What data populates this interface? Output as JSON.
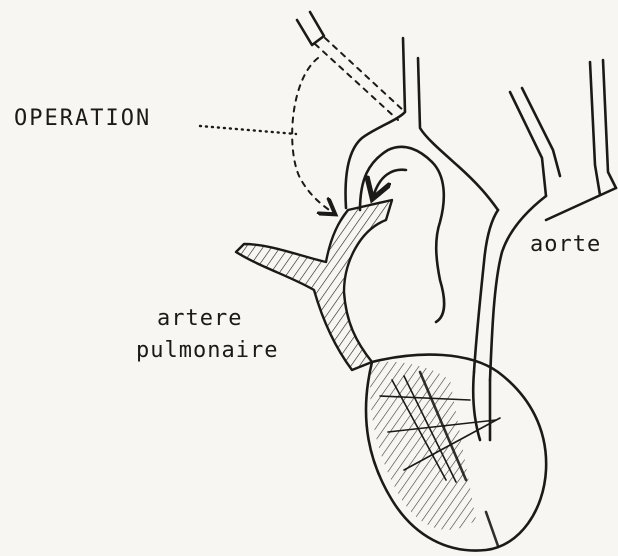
{
  "labels": {
    "operation": "OPERATION",
    "aorte": "aorte",
    "artere": "artere",
    "pulmonaire": "pulmonaire"
  },
  "colors": {
    "ink": "#1b1a18",
    "paper": "#f7f6f3"
  }
}
